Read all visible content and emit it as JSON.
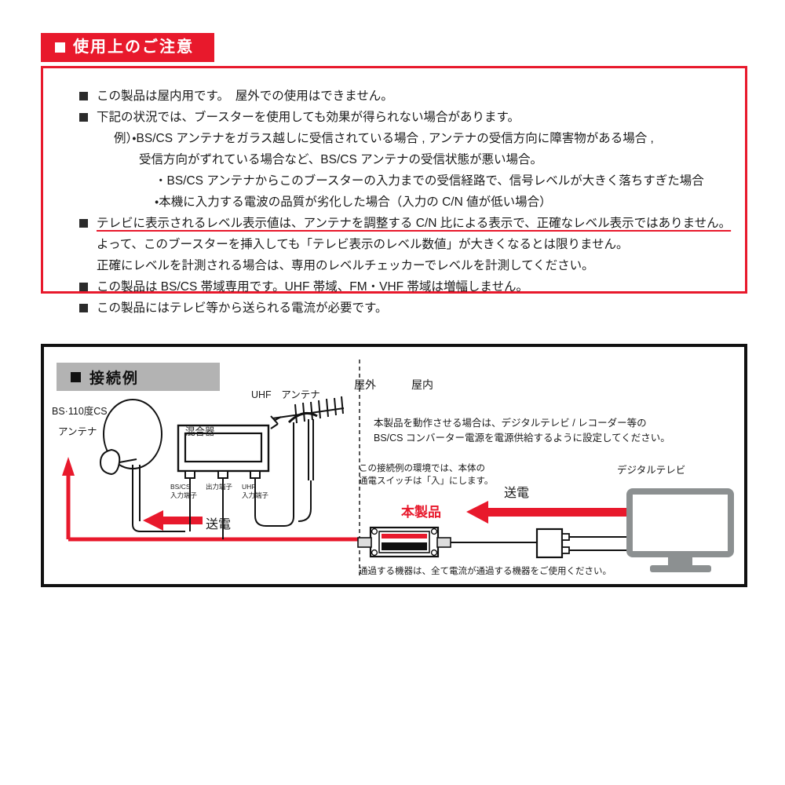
{
  "notice": {
    "header": {
      "bullet_icon": "filled-square-icon",
      "title": "使用上のご注意"
    },
    "accent_color": "#e8192c",
    "lines": [
      {
        "id": "l1",
        "style": "bullet",
        "text": "この製品は屋内用です。　屋外での使用はできません。"
      },
      {
        "id": "l2",
        "style": "bullet",
        "text": "下記の状況では、ブースターを使用しても効果が得られない場合があります。"
      },
      {
        "id": "l3",
        "style": "indent1",
        "text": "例）・BS/CS アンテナをガラス越しに受信されている場合 , アンテナの受信方向に障害物がある場合 ,"
      },
      {
        "id": "l4",
        "style": "indent2",
        "text": "受信方向がずれている場合など、BS/CS アンテナの受信状態が悪い場合。"
      },
      {
        "id": "l5",
        "style": "indent3",
        "text": "・BS/CS アンテナからこのブースターの入力までの受信経路で、信号レベルが大きく落ちすぎた場合"
      },
      {
        "id": "l6",
        "style": "indent3",
        "text": "・本機に入力する電波の品質が劣化した場合（入力の C/N 値が低い場合）"
      },
      {
        "id": "l7",
        "style": "bullet-underline",
        "text": "テレビに表示されるレベル表示値は、アンテナを調整する C/N 比による表示で、正確なレベル表示ではありません。"
      },
      {
        "id": "l8",
        "style": "sub",
        "text": "よって、このブースターを挿入しても「テレビ表示のレベル数値」が大きくなるとは限りません。"
      },
      {
        "id": "l9",
        "style": "sub",
        "text": "正確にレベルを計測される場合は、専用のレベルチェッカーでレベルを計測してください。"
      },
      {
        "id": "l10",
        "style": "bullet",
        "text": "この製品は BS/CS 帯域専用です。UHF 帯域、FM・VHF 帯域は増幅しません。"
      },
      {
        "id": "l11",
        "style": "bullet",
        "text": "この製品にはテレビ等から送られる電流が必要です。"
      }
    ]
  },
  "diagram": {
    "header": {
      "bullet_icon": "filled-square-icon",
      "title": "接続例",
      "background_color": "#b3b3b3"
    },
    "labels": {
      "outdoor": "屋外",
      "indoor": "屋内",
      "bs_antenna_line1": "BS·110度CS",
      "bs_antenna_line2": "アンテナ",
      "uhf_antenna": "UHF　アンテナ",
      "mixer": "混合器",
      "mixer_terminal_bscs_line1": "BS/CS",
      "mixer_terminal_bscs_line2": "入力端子",
      "mixer_terminal_out_line1": "出力端子",
      "mixer_terminal_uhf_line1": "UHF",
      "mixer_terminal_uhf_line2": "入力端子",
      "power_left": "送電",
      "power_right": "送電",
      "this_product": "本製品",
      "digital_tv": "デジタルテレビ",
      "info_line1": "本製品を動作させる場合は、デジタルテレビ / レコーダー等の",
      "info_line2": "BS/CS コンバーター電源を電源供給するように設定してください。",
      "switch_note_line1": "この接続例の環境では、本体の",
      "switch_note_line2": "通電スイッチは「入」にします。",
      "bottom_note": "通過する機器は、全て電流が通過する機器をご使用ください。"
    },
    "colors": {
      "power_path": "#e8192c",
      "cable": "#111111",
      "tv_body": "#8c9091"
    }
  }
}
